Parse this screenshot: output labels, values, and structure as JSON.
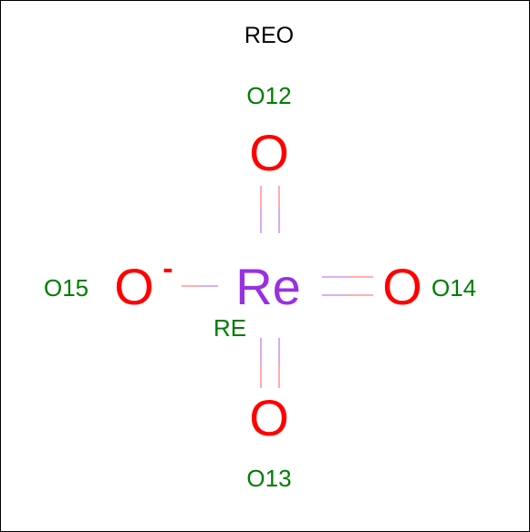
{
  "title": "REO",
  "colors": {
    "oxygen": "#ff0000",
    "rhenium": "#9a30e0",
    "atom_label": "#007d00",
    "title": "#000000",
    "bond_oxygen": "#ff8080",
    "bond_rhenium": "#c080f0"
  },
  "atoms": {
    "re": {
      "symbol": "Re",
      "label": "RE"
    },
    "o12": {
      "symbol": "O",
      "label": "O12"
    },
    "o13": {
      "symbol": "O",
      "label": "O13"
    },
    "o14": {
      "symbol": "O",
      "label": "O14"
    },
    "o15": {
      "symbol": "O",
      "label": "O15",
      "charge": "-"
    }
  }
}
